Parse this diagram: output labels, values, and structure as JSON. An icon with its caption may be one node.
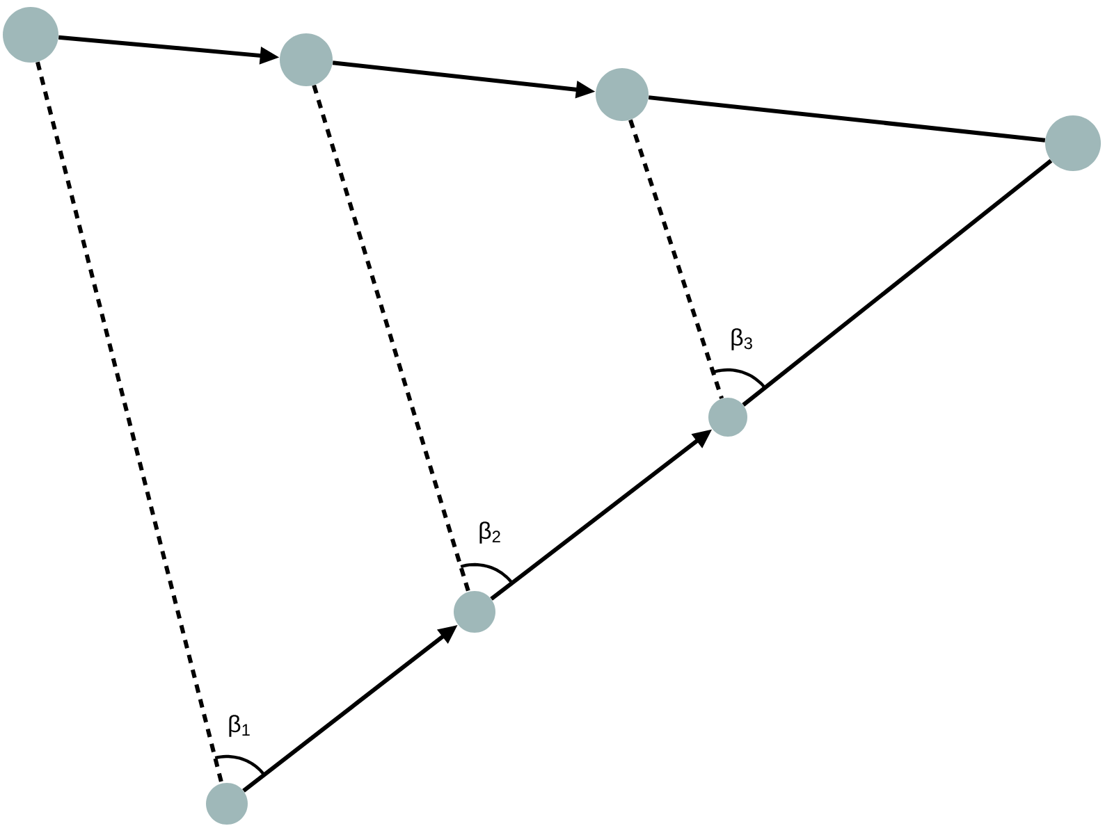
{
  "diagram": {
    "nodes": [
      {
        "text": [],
        "shape": "circle"
      },
      {
        "text": [],
        "shape": "circle"
      },
      {
        "text": [],
        "shape": "circle"
      },
      {
        "text": [],
        "shape": "circle"
      },
      {
        "text": [],
        "shape": "circle"
      },
      {
        "text": [],
        "shape": "circle"
      },
      {
        "text": [],
        "shape": "circle"
      }
    ],
    "edges": [
      {
        "from": 0,
        "to": 1,
        "arrow": "to"
      },
      {
        "from": 1,
        "to": 2,
        "arrow": "to"
      },
      {
        "from": 2,
        "to": 3,
        "arrow": "none"
      },
      {
        "from": 4,
        "to": 5,
        "arrow": "to"
      },
      {
        "from": 5,
        "to": 6,
        "arrow": "to"
      },
      {
        "from": 6,
        "to": 3,
        "arrow": "none"
      },
      {
        "from": 0,
        "to": 4,
        "arrow": "none",
        "style": "dashed"
      },
      {
        "from": 1,
        "to": 5,
        "arrow": "none",
        "style": "dashed"
      },
      {
        "from": 2,
        "to": 6,
        "arrow": "none",
        "style": "dashed"
      }
    ],
    "labels": [
      "β$_{1}$",
      "β$_{2}$",
      "β$_{3}$"
    ]
  }
}
